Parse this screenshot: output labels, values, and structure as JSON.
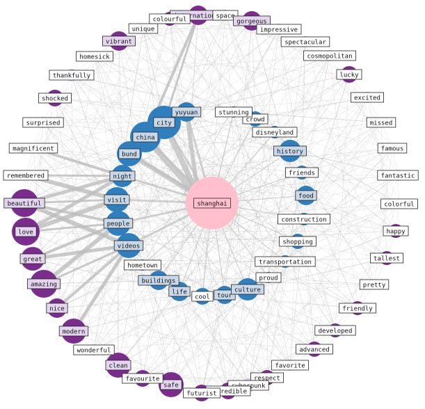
{
  "colors": {
    "hub": "#ffc0cb",
    "inner": "#2f7fbf",
    "outer_strong": "#7b2d8e",
    "outer_light": "#d9c7e6",
    "edge": "#bdbdbd",
    "label_bg": "#ffffff",
    "label_bg_inner": "#c9d9ea",
    "label_bg_outer": "#e4d6ee"
  },
  "hub": {
    "label": "shanghai"
  },
  "inner_nodes": [
    {
      "label": "city",
      "size": 24
    },
    {
      "label": "yuyuan",
      "size": 14
    },
    {
      "label": "china",
      "size": 22
    },
    {
      "label": "bund",
      "size": 18
    },
    {
      "label": "night",
      "size": 16
    },
    {
      "label": "visit",
      "size": 18
    },
    {
      "label": "people",
      "size": 18
    },
    {
      "label": "videos",
      "size": 18
    },
    {
      "label": "hometown",
      "size": 8
    },
    {
      "label": "buildings",
      "size": 14
    },
    {
      "label": "life",
      "size": 14
    },
    {
      "label": "cool",
      "size": 12
    },
    {
      "label": "tour",
      "size": 13
    },
    {
      "label": "culture",
      "size": 16
    },
    {
      "label": "proud",
      "size": 8
    },
    {
      "label": "transportation",
      "size": 9
    },
    {
      "label": "shopping",
      "size": 11
    },
    {
      "label": "construction",
      "size": 9
    },
    {
      "label": "food",
      "size": 14
    },
    {
      "label": "friends",
      "size": 10
    },
    {
      "label": "history",
      "size": 16
    },
    {
      "label": "disneyland",
      "size": 9
    },
    {
      "label": "crowd",
      "size": 11
    },
    {
      "label": "stunning",
      "size": 8
    }
  ],
  "outer_nodes": [
    {
      "label": "international",
      "size": 14,
      "strong": true
    },
    {
      "label": "space",
      "size": 8,
      "strong": false
    },
    {
      "label": "gorgeous",
      "size": 14,
      "strong": true
    },
    {
      "label": "impressive",
      "size": 8,
      "strong": false
    },
    {
      "label": "spectacular",
      "size": 8,
      "strong": false
    },
    {
      "label": "cosmopolitan",
      "size": 8,
      "strong": false
    },
    {
      "label": "lucky",
      "size": 12,
      "strong": true
    },
    {
      "label": "excited",
      "size": 8,
      "strong": false
    },
    {
      "label": "missed",
      "size": 6,
      "strong": false
    },
    {
      "label": "famous",
      "size": 7,
      "strong": false
    },
    {
      "label": "fantastic",
      "size": 8,
      "strong": false
    },
    {
      "label": "colorful",
      "size": 7,
      "strong": false
    },
    {
      "label": "happy",
      "size": 10,
      "strong": true
    },
    {
      "label": "tallest",
      "size": 10,
      "strong": true
    },
    {
      "label": "pretty",
      "size": 7,
      "strong": false
    },
    {
      "label": "friendly",
      "size": 10,
      "strong": true
    },
    {
      "label": "developed",
      "size": 10,
      "strong": true
    },
    {
      "label": "advanced",
      "size": 11,
      "strong": true
    },
    {
      "label": "favorite",
      "size": 8,
      "strong": false
    },
    {
      "label": "respect",
      "size": 11,
      "strong": true
    },
    {
      "label": "cyberpunk",
      "size": 10,
      "strong": false
    },
    {
      "label": "incredible",
      "size": 12,
      "strong": true
    },
    {
      "label": "futurist",
      "size": 12,
      "strong": true
    },
    {
      "label": "safe",
      "size": 18,
      "strong": true
    },
    {
      "label": "favourite",
      "size": 12,
      "strong": true
    },
    {
      "label": "clean",
      "size": 18,
      "strong": true
    },
    {
      "label": "wonderful",
      "size": 8,
      "strong": false
    },
    {
      "label": "modern",
      "size": 18,
      "strong": true
    },
    {
      "label": "nice",
      "size": 14,
      "strong": true
    },
    {
      "label": "amazing",
      "size": 20,
      "strong": true
    },
    {
      "label": "great",
      "size": 17,
      "strong": true
    },
    {
      "label": "love",
      "size": 20,
      "strong": true
    },
    {
      "label": "beautiful",
      "size": 20,
      "strong": true
    },
    {
      "label": "remembered",
      "size": 6,
      "strong": false
    },
    {
      "label": "magnificent",
      "size": 7,
      "strong": false
    },
    {
      "label": "surprised",
      "size": 8,
      "strong": false
    },
    {
      "label": "shocked",
      "size": 12,
      "strong": true
    },
    {
      "label": "thankfully",
      "size": 9,
      "strong": false
    },
    {
      "label": "homesick",
      "size": 6,
      "strong": false
    },
    {
      "label": "vibrant",
      "size": 14,
      "strong": true
    },
    {
      "label": "unique",
      "size": 7,
      "strong": false
    },
    {
      "label": "colourful",
      "size": 10,
      "strong": true
    }
  ]
}
